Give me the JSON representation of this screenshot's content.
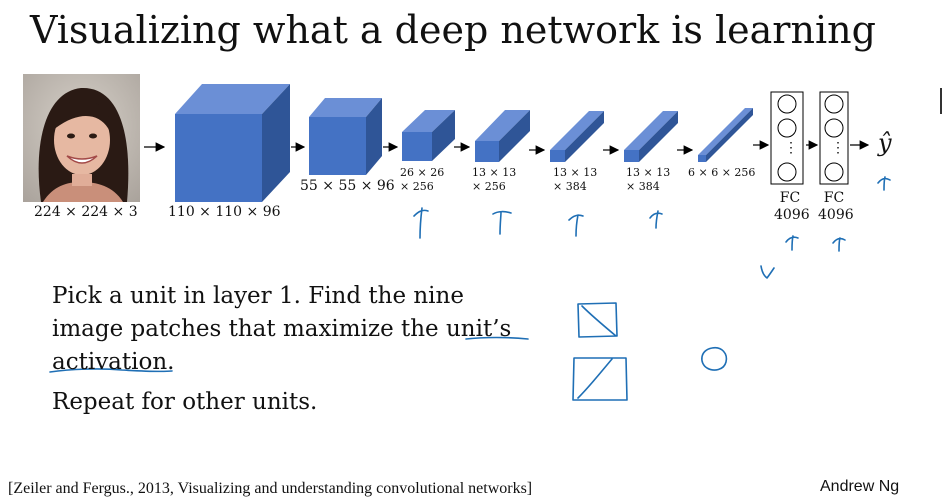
{
  "slide": {
    "title": "Visualizing what a deep network is learning",
    "input_label": "224 × 224 × 3",
    "layers": [
      {
        "label": "110 × 110 × 96"
      },
      {
        "label": "55 × 55 × 96"
      },
      {
        "line1": "26 × 26",
        "line2": "× 256"
      },
      {
        "line1": "13 × 13",
        "line2": "× 256"
      },
      {
        "line1": "13 × 13",
        "line2": "× 384"
      },
      {
        "line1": "13 × 13",
        "line2": "× 384"
      },
      {
        "line1": "6 × 6 × 256"
      }
    ],
    "fc": [
      {
        "name": "FC",
        "size": "4096"
      },
      {
        "name": "FC",
        "size": "4096"
      }
    ],
    "fc_dots": "⋮",
    "output": "ŷ",
    "bullets": [
      {
        "parts": [
          "Pick a unit in layer 1. Find the nine",
          "image patches that maximize the unit’s",
          "activation."
        ]
      },
      {
        "parts": [
          "Repeat for other units."
        ]
      }
    ],
    "citation": "[Zeiler and Fergus., 2013, Visualizing and understanding convolutional networks]",
    "author": "Andrew Ng"
  },
  "colors": {
    "cube_front": "#4472c4",
    "cube_top": "#6b8fd6",
    "cube_side": "#2f5597",
    "ink": "#1f6fb5"
  }
}
